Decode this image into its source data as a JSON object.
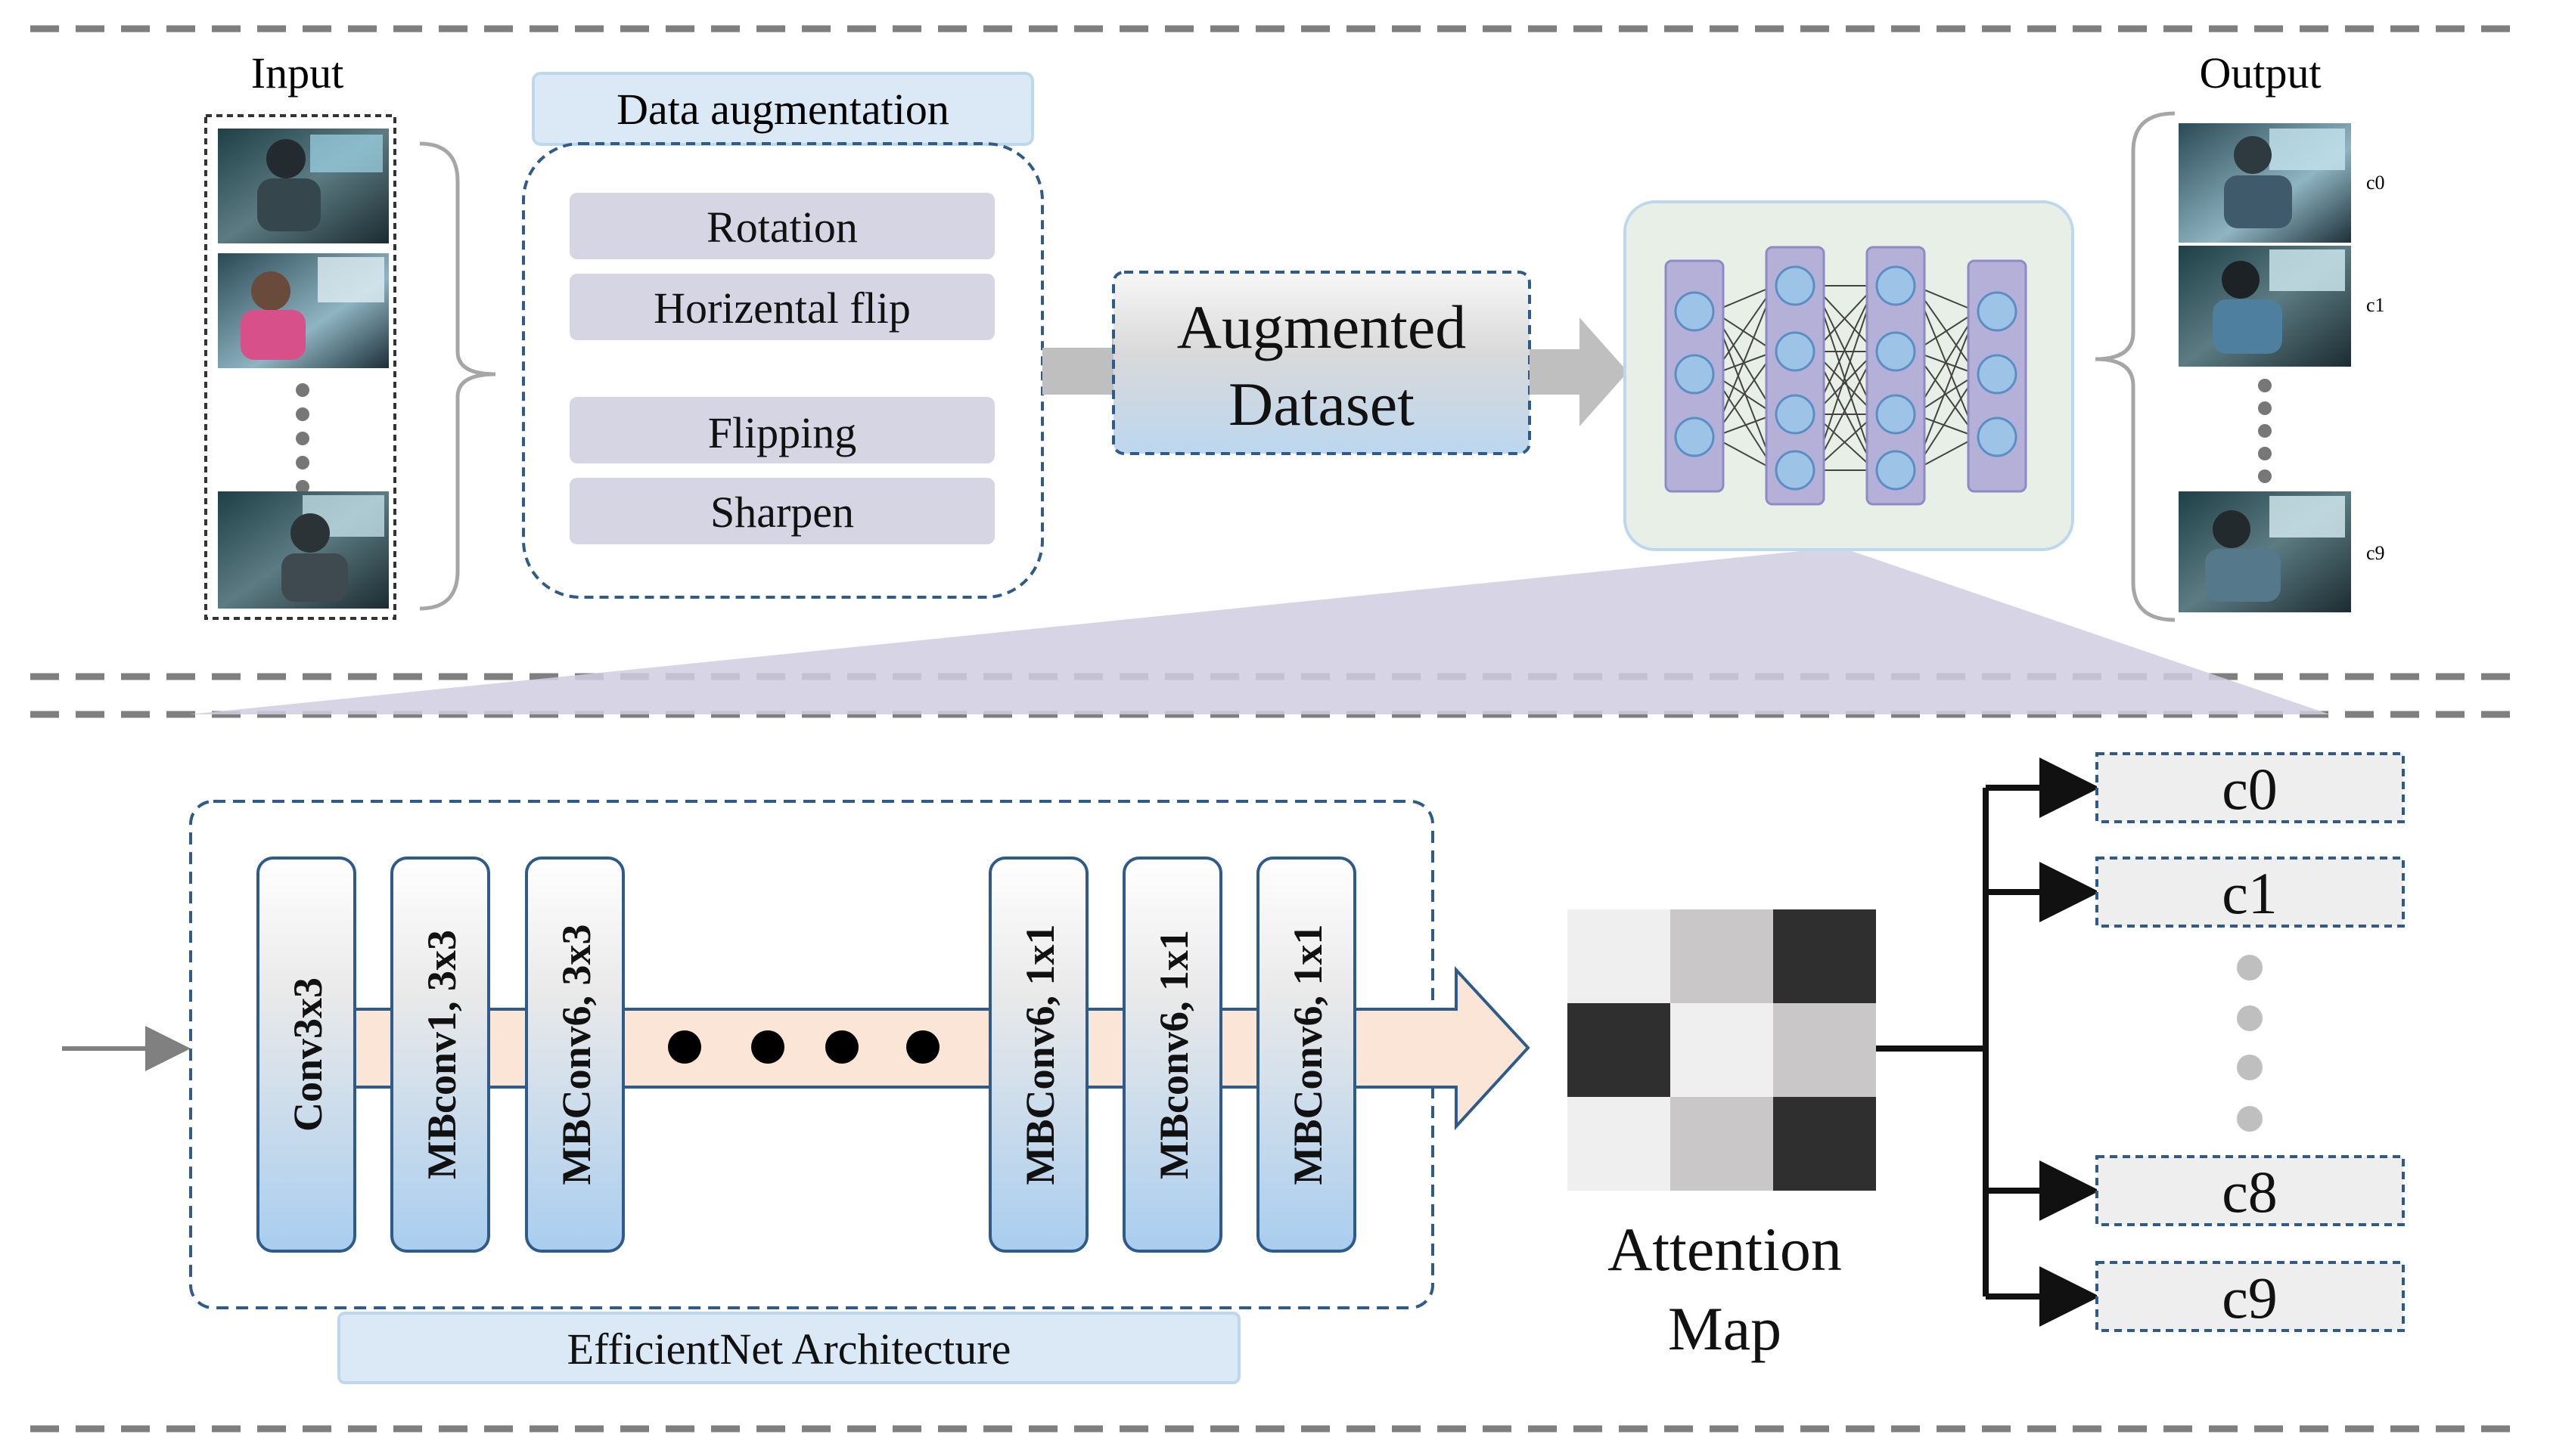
{
  "input": {
    "title": "Input"
  },
  "output": {
    "title": "Output",
    "classes": [
      "c0",
      "c1",
      "c9"
    ]
  },
  "augmentation": {
    "title": "Data augmentation",
    "items": [
      "Rotation",
      "Horizental flip",
      "Flipping",
      "Sharpen"
    ]
  },
  "augmented_dataset": {
    "line1": "Augmented",
    "line2": "Dataset"
  },
  "efficientnet": {
    "caption": "EfficientNet Architecture",
    "blocks_left": [
      "Conv3x3",
      "MBconv1, 3x3",
      "MBConv6, 3x3"
    ],
    "blocks_right": [
      "MBConv6, 1x1",
      "MBconv6, 1x1",
      "MBConv6, 1x1"
    ]
  },
  "attention": {
    "line1": "Attention",
    "line2": "Map"
  },
  "classes": [
    "c0",
    "c1",
    "c8",
    "c9"
  ],
  "colors": {
    "dashed_rule": "#7f7f7f",
    "box_border": "#2e5b8a",
    "label_fill": "#dbe8f5",
    "aug_item_fill": "#d6d5e4",
    "neuron_fill": "#9dc3e6",
    "column_fill": "#b4b0d8",
    "flow_arrow": "#fbe5d6",
    "class_fill": "#eeeeee"
  }
}
